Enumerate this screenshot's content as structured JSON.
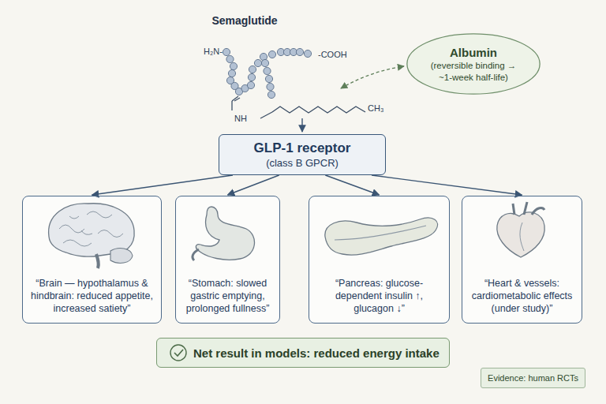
{
  "diagram": {
    "title": "Semaglutide",
    "nodes": [
      {
        "text": [
          "Albumin",
          "(reversible binding → ~1-week half-life)"
        ]
      },
      {
        "text": [
          "GLP-1 receptor",
          "(class B GPCR)"
        ]
      },
      {
        "text": [
          "“Brain — hypothalamus & hindbrain: reduced appetite, increased satiety”"
        ]
      },
      {
        "text": [
          "“Stomach: slowed gastric emptying, prolonged fullness”"
        ]
      },
      {
        "text": [
          "“Pancreas: glucose-dependent insulin ↑, glucagon ↓”"
        ]
      },
      {
        "text": [
          "“Heart & vessels: cardiometabolic effects (under study)”"
        ]
      },
      {
        "text": [
          "Net result in models: reduced energy intake"
        ]
      },
      {
        "text": [
          "Evidence: human RCTs"
        ]
      }
    ],
    "edges": [
      {
        "from": 1,
        "to": 2,
        "arrow": "to"
      },
      {
        "from": 1,
        "to": 3,
        "arrow": "to"
      },
      {
        "from": 1,
        "to": 4,
        "arrow": "to"
      },
      {
        "from": 1,
        "to": 5,
        "arrow": "to"
      }
    ],
    "labels": [
      "H₂N-",
      "-COOH",
      "NH",
      "CH₃"
    ]
  }
}
